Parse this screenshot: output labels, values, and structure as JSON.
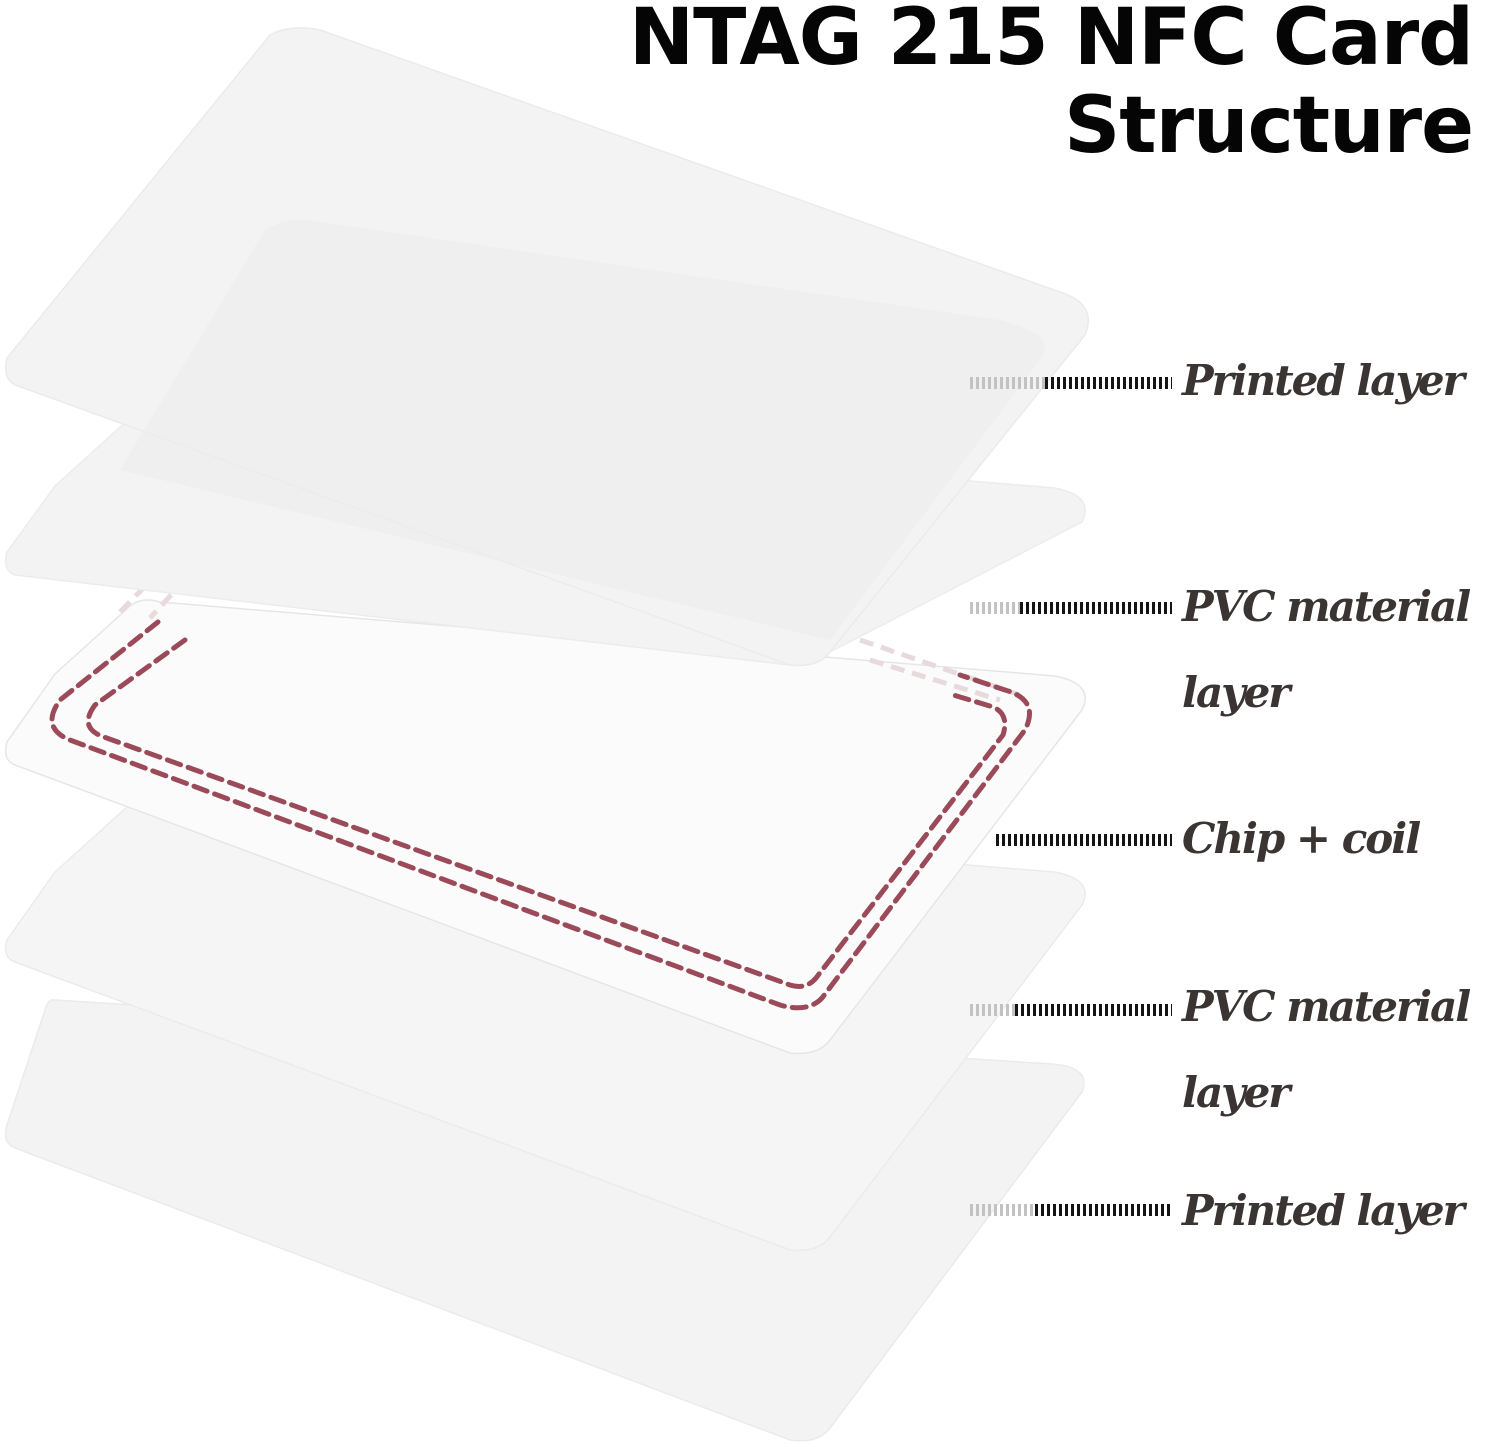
{
  "title": {
    "line1": "NTAG 215 NFC Card",
    "line2": "Structure"
  },
  "layers": [
    {
      "id": "printed-layer-top",
      "lines": [
        "Printed layer"
      ]
    },
    {
      "id": "pvc-material-layer-top",
      "lines": [
        "PVC material",
        "layer"
      ]
    },
    {
      "id": "chip-coil",
      "lines": [
        "Chip + coil"
      ]
    },
    {
      "id": "pvc-material-layer-bottom",
      "lines": [
        "PVC material",
        "layer"
      ]
    },
    {
      "id": "printed-layer-bottom",
      "lines": [
        "Printed layer"
      ]
    }
  ],
  "colors": {
    "background": "#ffffff",
    "card_fill": "#f4f4f4",
    "card_fill_chip": "#fafafa",
    "card_edge": "#e9e9e9",
    "coil": "#9a4a58",
    "coil_faded": "#e6dadc",
    "leader_dark": "#141414",
    "leader_light": "#c2c2c2",
    "label_text": "#3a3433",
    "title_text": "#050505"
  }
}
